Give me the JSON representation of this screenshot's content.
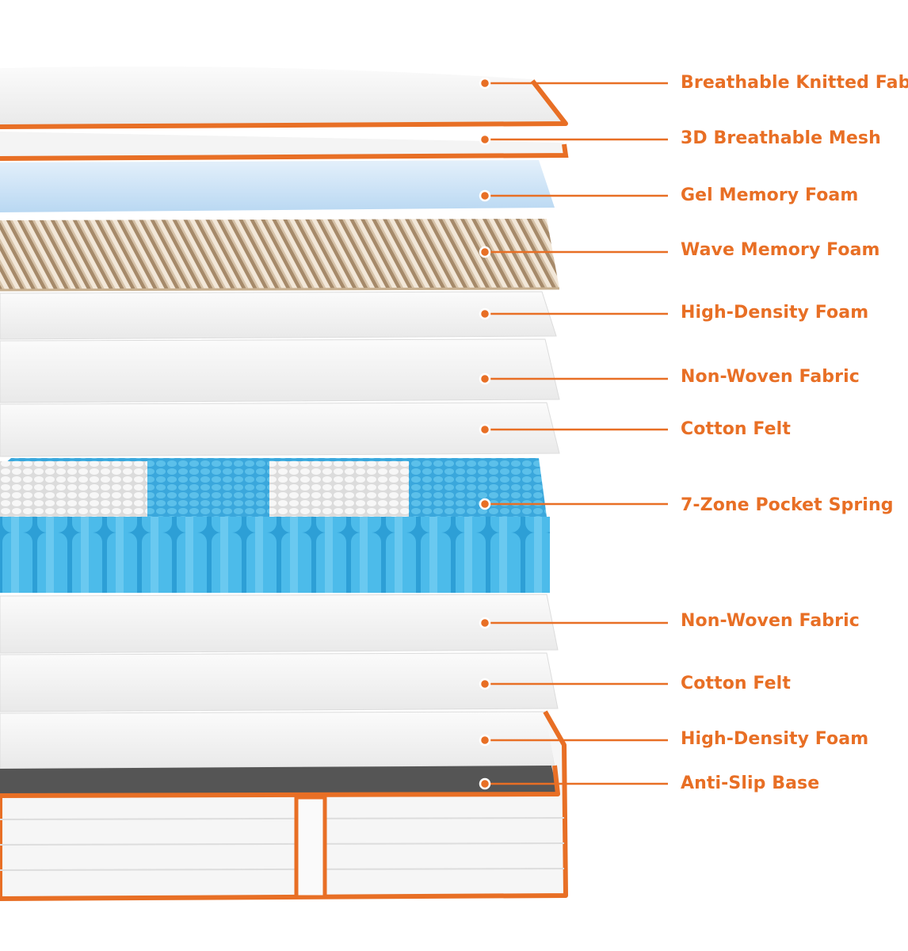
{
  "accent_color": "#e86f25",
  "layers": [
    {
      "label": "Breathable Knitted Fabric",
      "icon": "knitted-fabric-cover"
    },
    {
      "label": "3D Breathable Mesh",
      "icon": "mesh-layer"
    },
    {
      "label": "Gel Memory Foam",
      "icon": "gel-foam-layer"
    },
    {
      "label": "Wave Memory Foam",
      "icon": "wave-foam-layer"
    },
    {
      "label": "High-Density Foam",
      "icon": "foam-layer"
    },
    {
      "label": "Non-Woven Fabric",
      "icon": "fabric-layer"
    },
    {
      "label": "Cotton Felt",
      "icon": "felt-layer"
    },
    {
      "label": "7-Zone Pocket Spring",
      "icon": "pocket-spring-layer"
    },
    {
      "label": "Non-Woven Fabric",
      "icon": "fabric-layer"
    },
    {
      "label": "Cotton Felt",
      "icon": "felt-layer"
    },
    {
      "label": "High-Density Foam",
      "icon": "foam-layer"
    },
    {
      "label": "Anti-Slip Base",
      "icon": "base-layer"
    }
  ]
}
